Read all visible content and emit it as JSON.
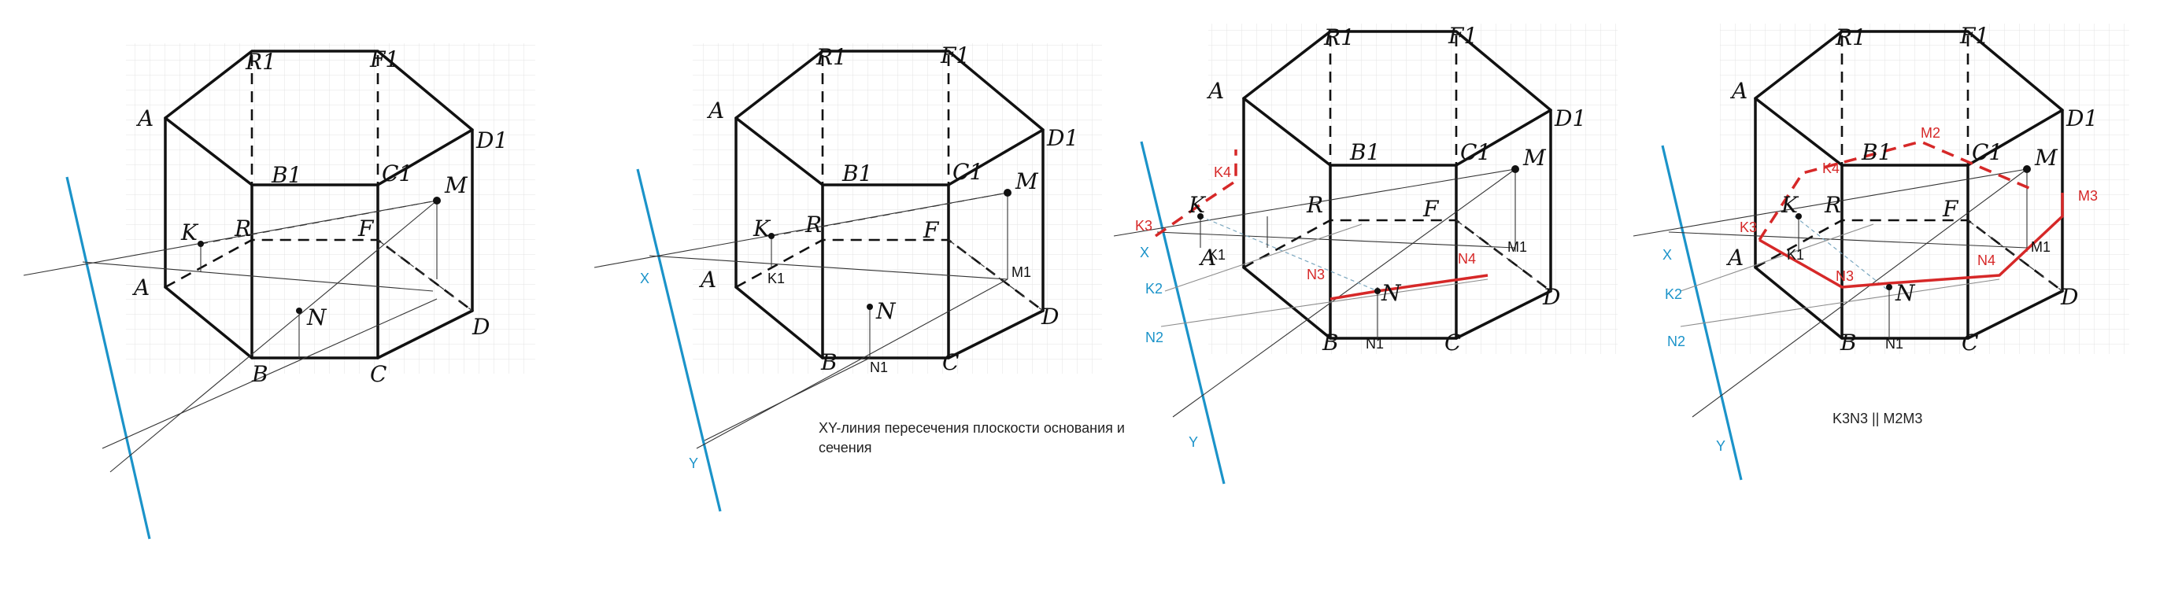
{
  "vertices": {
    "A": "A",
    "B": "B",
    "C": "C",
    "D": "D",
    "F": "F",
    "R": "R",
    "A1": "A",
    "B1": "B1",
    "C1": "C1",
    "D1": "D1",
    "F1": "F1",
    "R1": "R1"
  },
  "points": {
    "K": "K",
    "N": "N",
    "M": "M",
    "K1": "K1",
    "N1": "N1",
    "M1": "M1",
    "K2": "K2",
    "N2": "N2",
    "K3": "K3",
    "K4": "K4",
    "N3": "N3",
    "N4": "N4",
    "M2": "M2",
    "M3": "M3",
    "X": "X",
    "Y": "Y"
  },
  "notes": {
    "xy_line": "XY-линия пересечения плоскости основания и",
    "xy_line_cont": "сечения",
    "parallel": "K3N3 || M2M3"
  },
  "colors": {
    "trace": "#1b93c9",
    "section": "#d62828",
    "ink": "#111111"
  }
}
